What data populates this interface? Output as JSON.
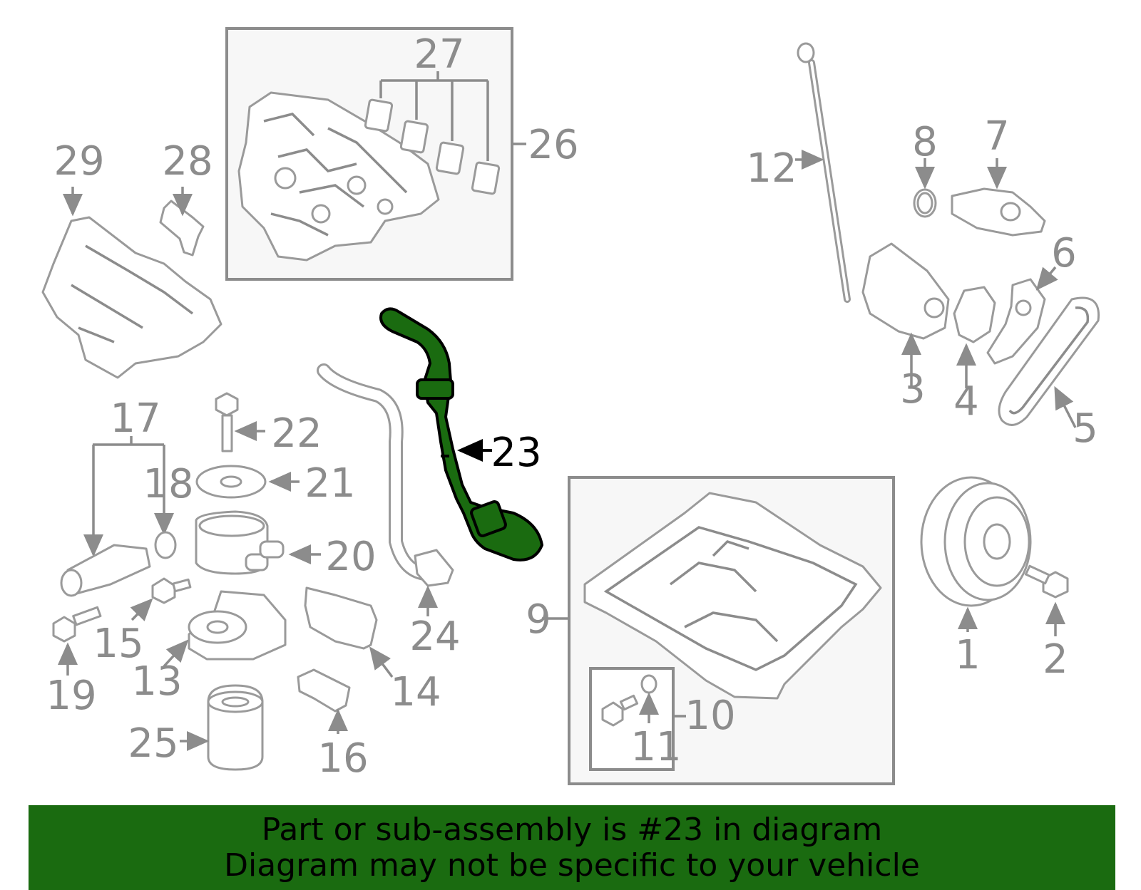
{
  "callouts": [
    "1",
    "2",
    "3",
    "4",
    "5",
    "6",
    "7",
    "8",
    "9",
    "10",
    "11",
    "12",
    "13",
    "14",
    "15",
    "16",
    "17",
    "18",
    "19",
    "20",
    "21",
    "22",
    "23",
    "24",
    "25",
    "26",
    "27",
    "28",
    "29"
  ],
  "highlight": {
    "label": "23",
    "color": "#1a6b10"
  },
  "colors": {
    "line_art": "#9a9a9a",
    "callout_text": "#8c8c8c",
    "banner_background": "#1a6b10",
    "banner_text": "#000000"
  },
  "banner": {
    "line1": "Part or sub-assembly is #23 in diagram",
    "line2": "Diagram may not be specific to your vehicle"
  }
}
